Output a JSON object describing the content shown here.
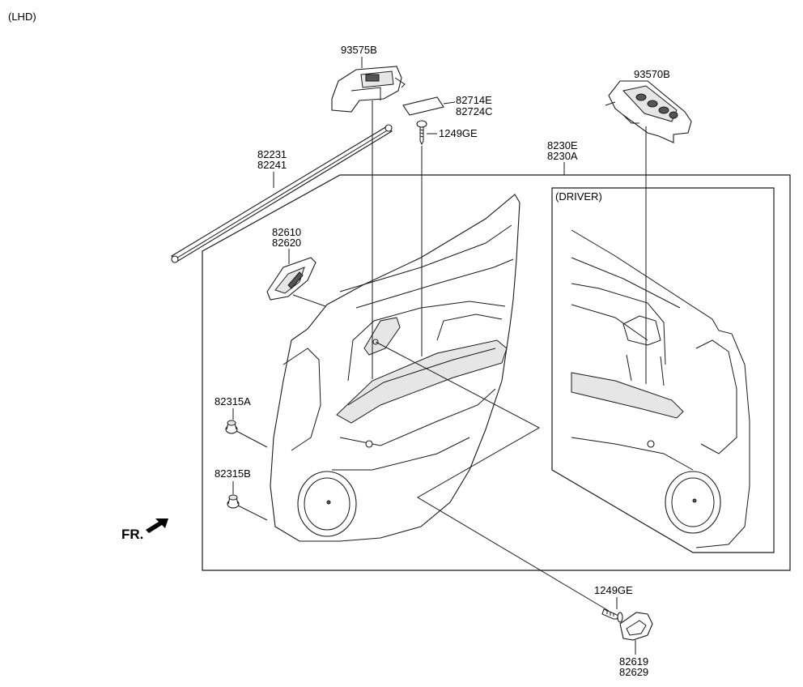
{
  "diagram": {
    "variant_note": "(LHD)",
    "inset_label": "(DRIVER)",
    "orientation_label": "FR.",
    "parts": {
      "switch_passenger": "93575B",
      "switch_driver": "93570B",
      "sticker_1": "82714E",
      "sticker_2": "82724C",
      "screw_top": "1249GE",
      "panel_1": "8230E",
      "panel_2": "8230A",
      "weatherstrip_1": "82231",
      "weatherstrip_2": "82241",
      "handle_1": "82610",
      "handle_2": "82620",
      "fastener_a": "82315A",
      "fastener_b": "82315B",
      "screw_bottom": "1249GE",
      "cover_1": "82619",
      "cover_2": "82629"
    }
  }
}
